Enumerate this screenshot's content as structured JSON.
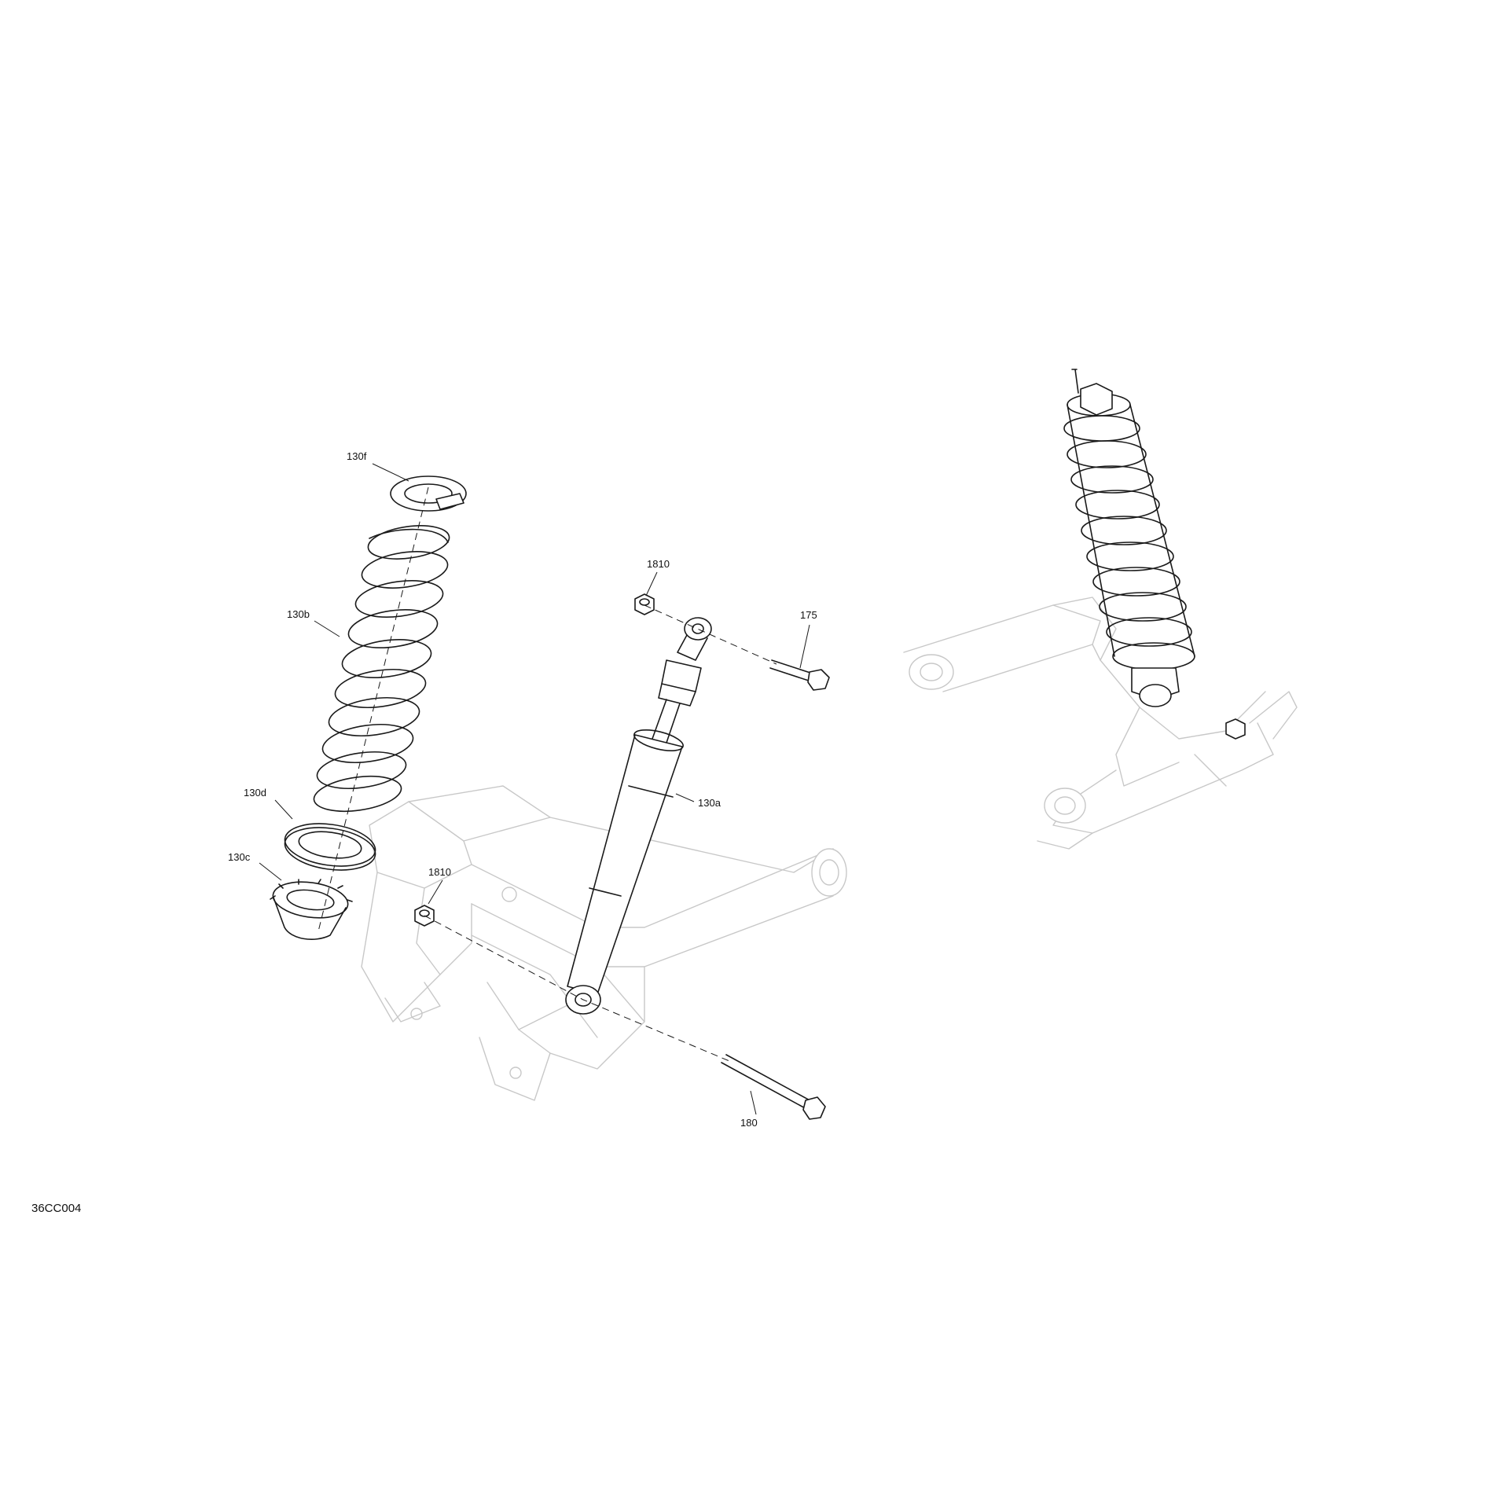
{
  "diagram": {
    "figure_id": "36CC004",
    "callouts": {
      "spring_retainer_top": "130f",
      "coil_spring": "130b",
      "spring_seat_washer": "130d",
      "spring_adjuster_cup": "130c",
      "shock_absorber": "130a",
      "nut_upper": "1810",
      "nut_lower": "1810",
      "upper_bolt": "175",
      "lower_bolt": "180"
    }
  }
}
